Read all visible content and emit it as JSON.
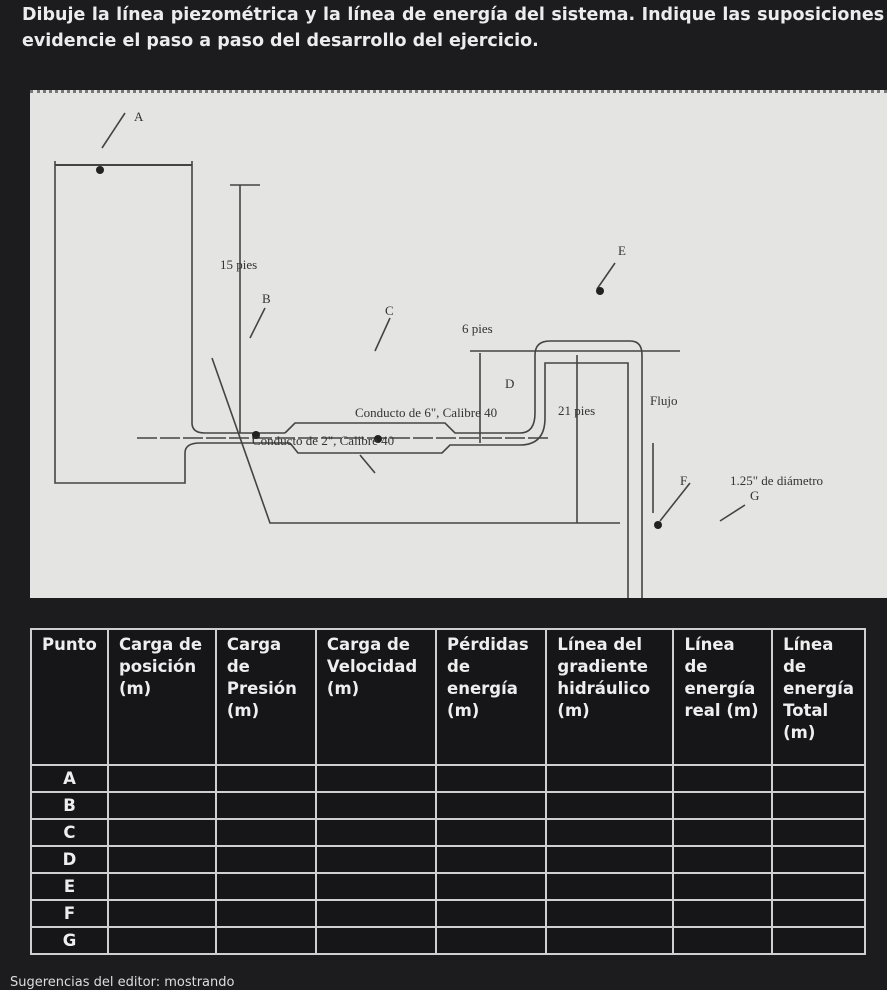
{
  "instruction": "Dibuje la línea piezométrica y la línea de energía del sistema. Indique las suposiciones y evidencie el paso a paso del desarrollo del ejercicio.",
  "diagram": {
    "points": [
      "A",
      "B",
      "C",
      "D",
      "E",
      "F",
      "G"
    ],
    "dim_15": "15 pies",
    "dim_6": "6 pies",
    "dim_21": "21 pies",
    "flow": "Flujo",
    "pipe6": "Conducto de 6\", Calibre 40",
    "pipe2": "Conducto de 2\", Calibre 40",
    "nozzle": "1.25\" de diámetro"
  },
  "table": {
    "headers": [
      "Punto",
      "Carga de posición (m)",
      "Carga de Presión (m)",
      "Carga de Velocidad (m)",
      "Pérdidas de energía (m)",
      "Línea del gradiente hidráulico (m)",
      "Línea de energía real (m)",
      "Línea de energía Total (m)"
    ],
    "rows": [
      "A",
      "B",
      "C",
      "D",
      "E",
      "F",
      "G"
    ]
  },
  "footer": "Sugerencias del editor: mostrando"
}
